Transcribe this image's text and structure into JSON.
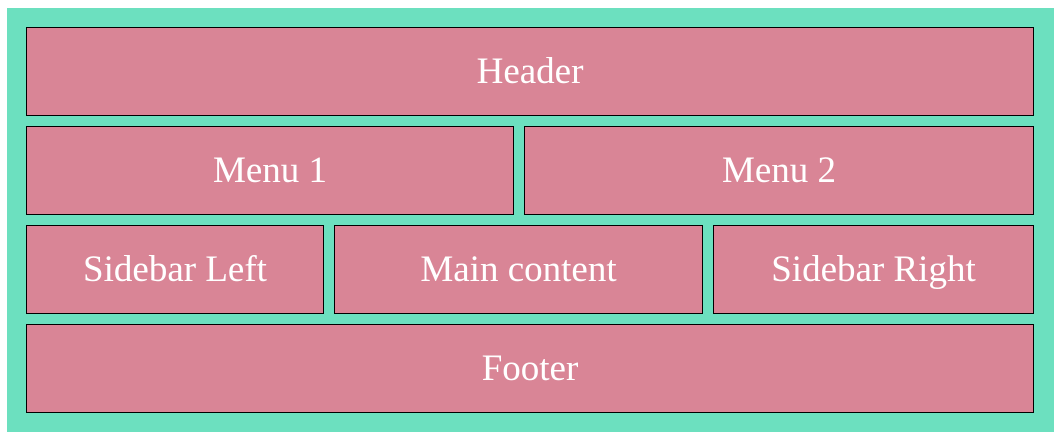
{
  "layout": {
    "header": "Header",
    "menu1": "Menu 1",
    "menu2": "Menu 2",
    "sidebar_left": "Sidebar Left",
    "main_content": "Main content",
    "sidebar_right": "Sidebar Right",
    "footer": "Footer"
  },
  "colors": {
    "background": "#6ce0bf",
    "cell": "#d98596",
    "text": "#ffffff",
    "border": "#000000"
  }
}
